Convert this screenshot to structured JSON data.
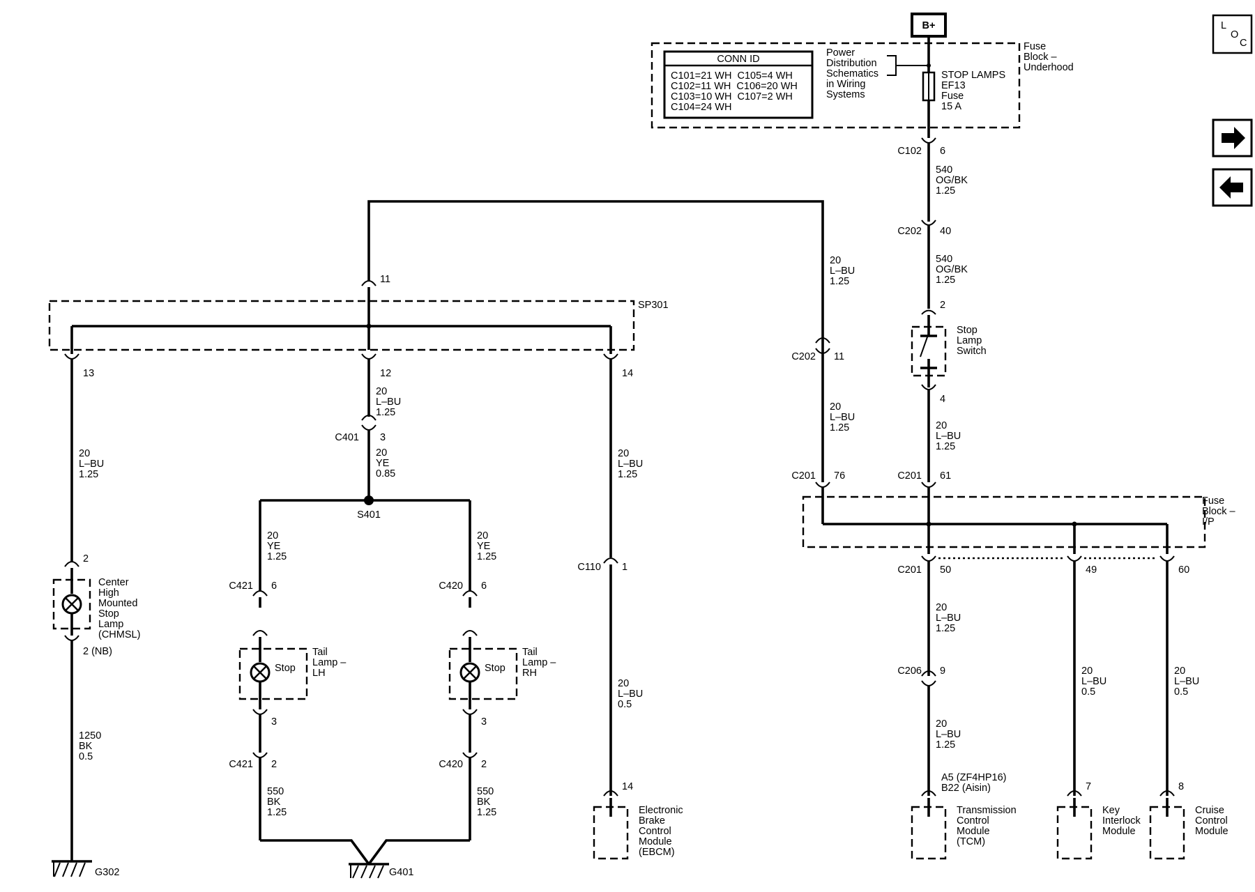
{
  "top": {
    "b_plus": "B+"
  },
  "conn_id": {
    "title": "CONN ID",
    "rows": [
      "C101=21 WH  C105=4 WH",
      "C102=11 WH  C106=20 WH",
      "C103=10 WH  C107=2 WH",
      "C104=24 WH"
    ]
  },
  "power_dist": [
    "Power",
    "Distribution",
    "Schematics",
    "in Wiring",
    "Systems"
  ],
  "underhood_fuse_block": [
    "Fuse",
    "Block –",
    "Underhood"
  ],
  "fuse_label": [
    "STOP LAMPS",
    "EF13",
    "Fuse",
    "15 A"
  ],
  "ip_fuse_block": [
    "Fuse",
    "Block –",
    "I/P"
  ],
  "splice_pack": "SP301",
  "connectors": {
    "c102_6": [
      "C102",
      "6"
    ],
    "c202_40": [
      "C202",
      "40"
    ],
    "switch_top": "2",
    "switch_bot": "4",
    "c202_11": [
      "C202",
      "11"
    ],
    "c201_76": [
      "C201",
      "76"
    ],
    "c201_61": [
      "C201",
      "61"
    ],
    "c201_50": [
      "C201",
      "50"
    ],
    "pin_49": "49",
    "pin_60": "60",
    "c206_9": [
      "C206",
      "9"
    ],
    "pin_7": "7",
    "pin_8": "8",
    "sp_11": "11",
    "sp_13": "13",
    "sp_12": "12",
    "sp_14": "14",
    "c401_3": [
      "C401",
      "3"
    ],
    "splice_s401": "S401",
    "c421_6": [
      "C421",
      "6"
    ],
    "c420_6": [
      "C420",
      "6"
    ],
    "lh_3": "3",
    "rh_3": "3",
    "c421_2": [
      "C421",
      "2"
    ],
    "c420_2": [
      "C420",
      "2"
    ],
    "c110_1": [
      "C110",
      "1"
    ],
    "ebcm_14": "14",
    "chmsl_2": "2",
    "chmsl_2nb": "2 (NB)"
  },
  "wires": {
    "w540a": [
      "540",
      "OG/BK",
      "1.25"
    ],
    "w540b": [
      "540",
      "OG/BK",
      "1.25"
    ],
    "w20_loop": [
      "20",
      "L–BU",
      "1.25"
    ],
    "w20_c202_c201": [
      "20",
      "L–BU",
      "1.25"
    ],
    "w20_sw_c201": [
      "20",
      "L–BU",
      "1.25"
    ],
    "w20_tcm_upper": [
      "20",
      "L–BU",
      "1.25"
    ],
    "w20_tcm_lower": [
      "20",
      "L–BU",
      "1.25"
    ],
    "w20_key": [
      "20",
      "L–BU",
      "0.5"
    ],
    "w20_cruise": [
      "20",
      "L–BU",
      "0.5"
    ],
    "w20_chmsl": [
      "20",
      "L–BU",
      "1.25"
    ],
    "w1250": [
      "1250",
      "BK",
      "0.5"
    ],
    "w20_sp12": [
      "20",
      "L–BU",
      "1.25"
    ],
    "w20_ye085": [
      "20",
      "YE",
      "0.85"
    ],
    "w20_ye_lh": [
      "20",
      "YE",
      "1.25"
    ],
    "w20_ye_rh": [
      "20",
      "YE",
      "1.25"
    ],
    "w550_lh": [
      "550",
      "BK",
      "1.25"
    ],
    "w550_rh": [
      "550",
      "BK",
      "1.25"
    ],
    "w20_sp14": [
      "20",
      "L–BU",
      "1.25"
    ],
    "w20_ebcm": [
      "20",
      "L–BU",
      "0.5"
    ]
  },
  "components": {
    "stop_switch": [
      "Stop",
      "Lamp",
      "Switch"
    ],
    "chmsl": [
      "Center",
      "High",
      "Mounted",
      "Stop",
      "Lamp",
      "(CHMSL)"
    ],
    "tail_lh": [
      "Tail",
      "Lamp –",
      "LH"
    ],
    "tail_rh": [
      "Tail",
      "Lamp –",
      "RH"
    ],
    "stop_lh": "Stop",
    "stop_rh": "Stop",
    "ebcm": [
      "Electronic",
      "Brake",
      "Control",
      "Module",
      "(EBCM)"
    ],
    "tcm_variant": [
      "A5 (ZF4HP16)",
      "B22 (Aisin)"
    ],
    "tcm": [
      "Transmission",
      "Control",
      "Module",
      "(TCM)"
    ],
    "key": [
      "Key",
      "Interlock",
      "Module"
    ],
    "cruise": [
      "Cruise",
      "Control",
      "Module"
    ]
  },
  "grounds": {
    "g302": "G302",
    "g401": "G401"
  },
  "nav": {
    "loc": [
      "L",
      "O",
      "C"
    ]
  }
}
